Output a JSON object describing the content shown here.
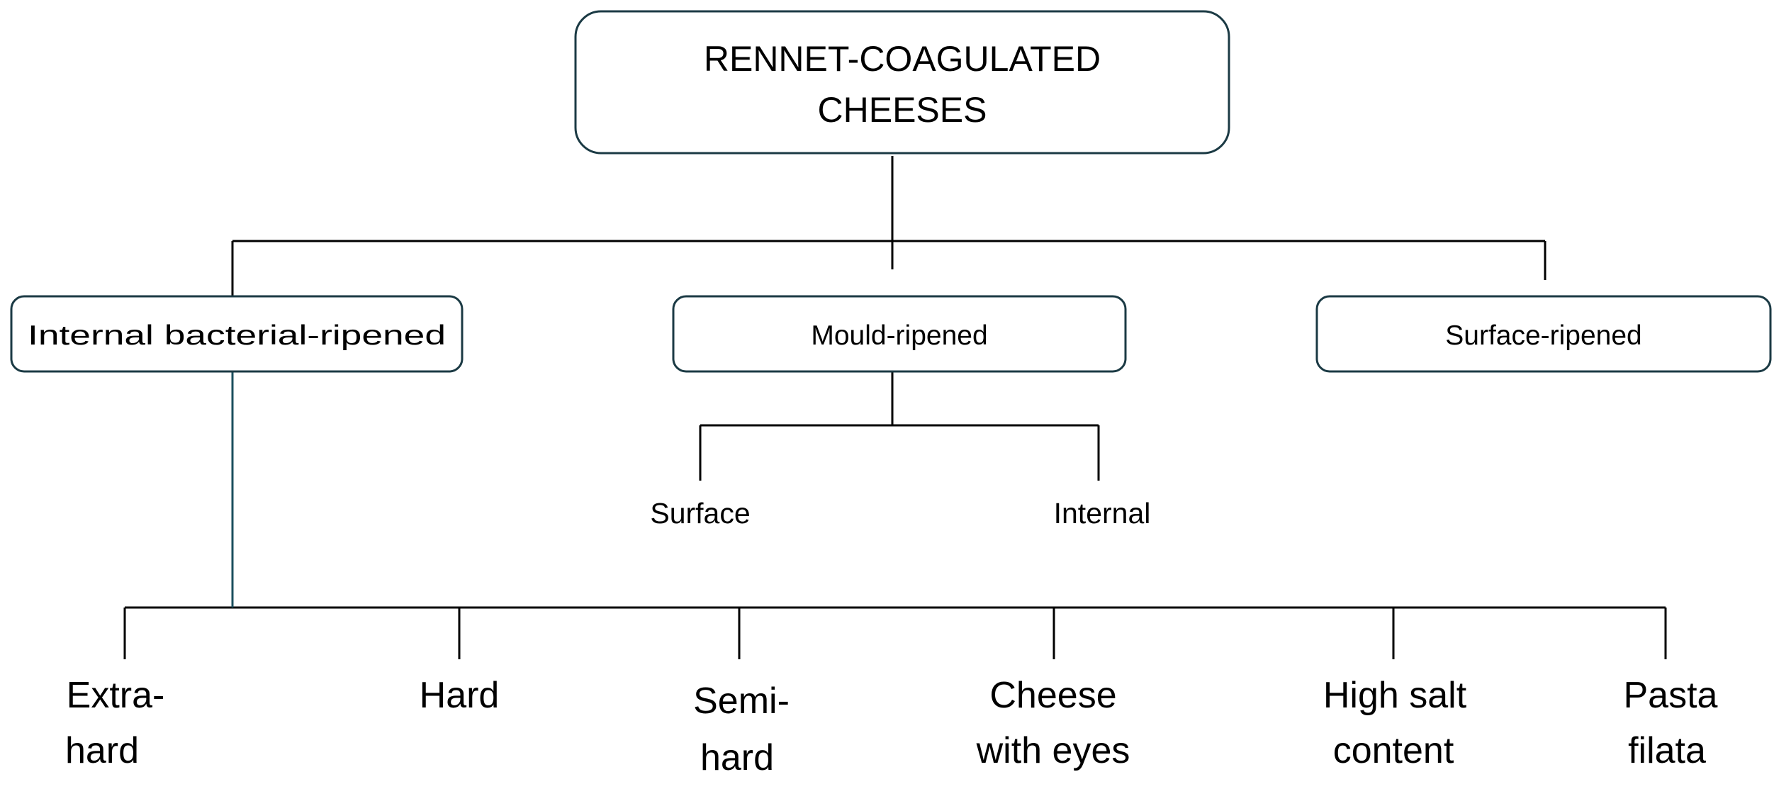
{
  "root": {
    "line1": "RENNET-COAGULATED",
    "line2": "CHEESES"
  },
  "categories": {
    "internal": "Internal bacterial-ripened",
    "mould": "Mould-ripened",
    "surface": "Surface-ripened"
  },
  "mould_children": {
    "surface": "Surface",
    "internal": "Internal"
  },
  "internal_children": [
    {
      "line1": "Extra-",
      "line2": "hard"
    },
    {
      "line1": "Hard",
      "line2": ""
    },
    {
      "line1": "Semi-",
      "line2": "hard"
    },
    {
      "line1": "Cheese",
      "line2": "with eyes"
    },
    {
      "line1": "High salt",
      "line2": "content"
    },
    {
      "line1": "Pasta",
      "line2": "filata"
    }
  ],
  "colors": {
    "line": "#000000",
    "box_stroke": "#1b3a44",
    "connector_teal": "#1b4f5e"
  }
}
